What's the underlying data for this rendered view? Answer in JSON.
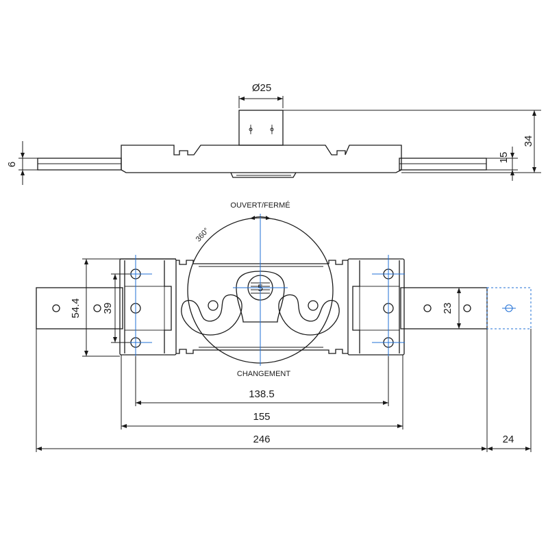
{
  "labels": {
    "top_diameter": "Ø25",
    "dim_34": "34",
    "dim_15": "15",
    "dim_6": "6",
    "ouvert_ferme": "OUVERT/FERMÉ",
    "rotation": "360°",
    "changement": "CHANGEMENT",
    "dim_54_4": "54.4",
    "dim_39": "39",
    "dim_23": "23",
    "dim_138_5": "138.5",
    "dim_155": "155",
    "dim_246": "246",
    "dim_24": "24",
    "cylinder_mark": "5"
  }
}
